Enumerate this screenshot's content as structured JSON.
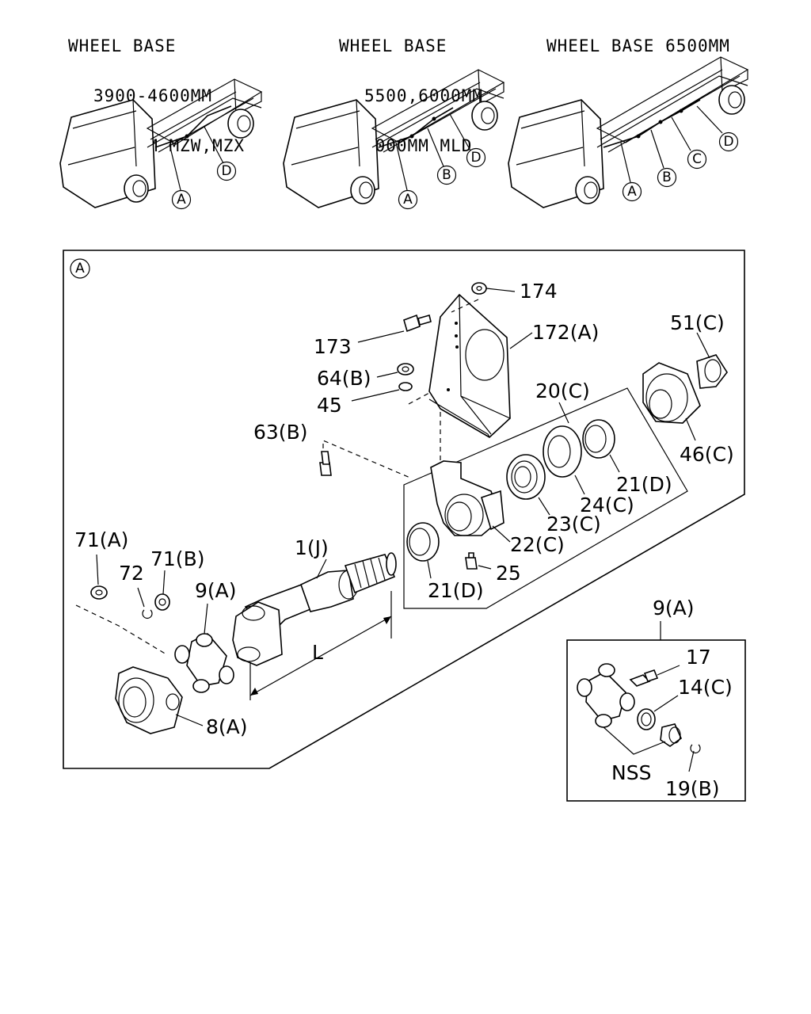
{
  "headers": {
    "wb1": {
      "line1": "WHEEL BASE",
      "line2": "3900-4600MM",
      "line3": "5000MM MZW,MZX"
    },
    "wb2": {
      "line1": "WHEEL BASE",
      "line2": "5500,6000MM",
      "line3": "5000MM MLD"
    },
    "wb3": {
      "line1": "WHEEL BASE 6500MM"
    }
  },
  "trucks": {
    "truck1": [
      "A",
      "D"
    ],
    "truck2": [
      "A",
      "B",
      "D"
    ],
    "truck3": [
      "A",
      "B",
      "C",
      "D"
    ]
  },
  "section": {
    "id": "A"
  },
  "parts": {
    "p174": "174",
    "p173": "173",
    "p172": "172(A)",
    "p64": "64(B)",
    "p45": "45",
    "p63": "63(B)",
    "p51": "51(C)",
    "p20": "20(C)",
    "p46": "46(C)",
    "p21d_top": "21(D)",
    "p24": "24(C)",
    "p23": "23(C)",
    "p22": "22(C)",
    "p25": "25",
    "p21d_bot": "21(D)",
    "p1j": "1(J)",
    "p71a": "71(A)",
    "p72": "72",
    "p71b": "71(B)",
    "p9a": "9(A)",
    "pL": "L",
    "p8a": "8(A)"
  },
  "inset": {
    "title": "9(A)",
    "p17": "17",
    "p14": "14(C)",
    "nss": "NSS",
    "p19": "19(B)"
  }
}
